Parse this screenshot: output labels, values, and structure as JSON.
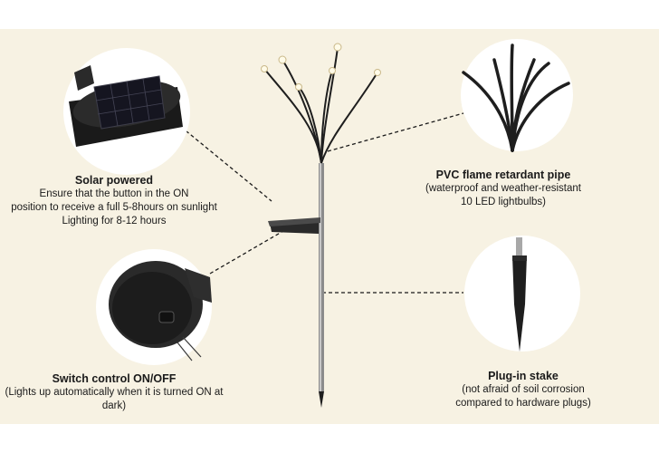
{
  "callouts": {
    "solar": {
      "title": "Solar powered",
      "lines": [
        "Ensure that the button in the ON",
        "position to receive a full 5-8hours on sunlight",
        "Lighting for 8-12 hours"
      ]
    },
    "switch": {
      "title": "Switch control ON/OFF",
      "lines": [
        "(Lights up automatically when it is turned ON at dark)"
      ]
    },
    "pvc": {
      "title": "PVC flame retardant pipe",
      "lines": [
        "(waterproof and weather-resistant",
        "10 LED lightbulbs)"
      ]
    },
    "stake": {
      "title": "Plug-in stake",
      "lines": [
        "(not afraid of soil corrosion",
        "compared to hardware plugs)"
      ]
    }
  },
  "colors": {
    "background": "#f7f2e3",
    "panel_edge": "#ffffff",
    "wire": "#1e1e1e",
    "pole": "#8c8c8c"
  }
}
